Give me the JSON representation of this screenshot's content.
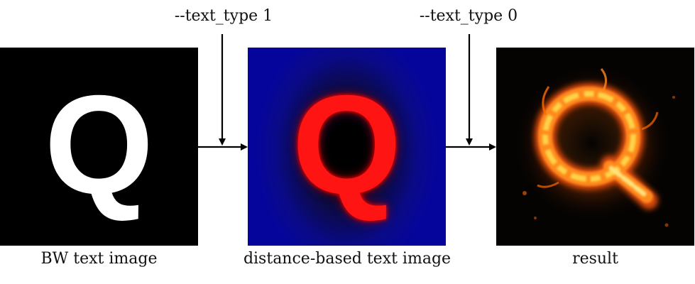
{
  "labels": {
    "option_top_left": "--text_type 1",
    "option_top_right": "--text_type 0",
    "caption_bw": "BW text image",
    "caption_distance": "distance-based text image",
    "caption_result": "result"
  },
  "glyphs": {
    "bw_letter": "Q",
    "distance_letter": "Q",
    "result_letter": "Q"
  },
  "colors": {
    "bw_background": "#000000",
    "bw_letter": "#ffffff",
    "distance_background_edge": "#0a0a9a",
    "distance_letter": "#ff1414",
    "result_fire_core": "#ffe27a",
    "result_fire_outer": "#ff6a00",
    "arrow": "#000000"
  }
}
